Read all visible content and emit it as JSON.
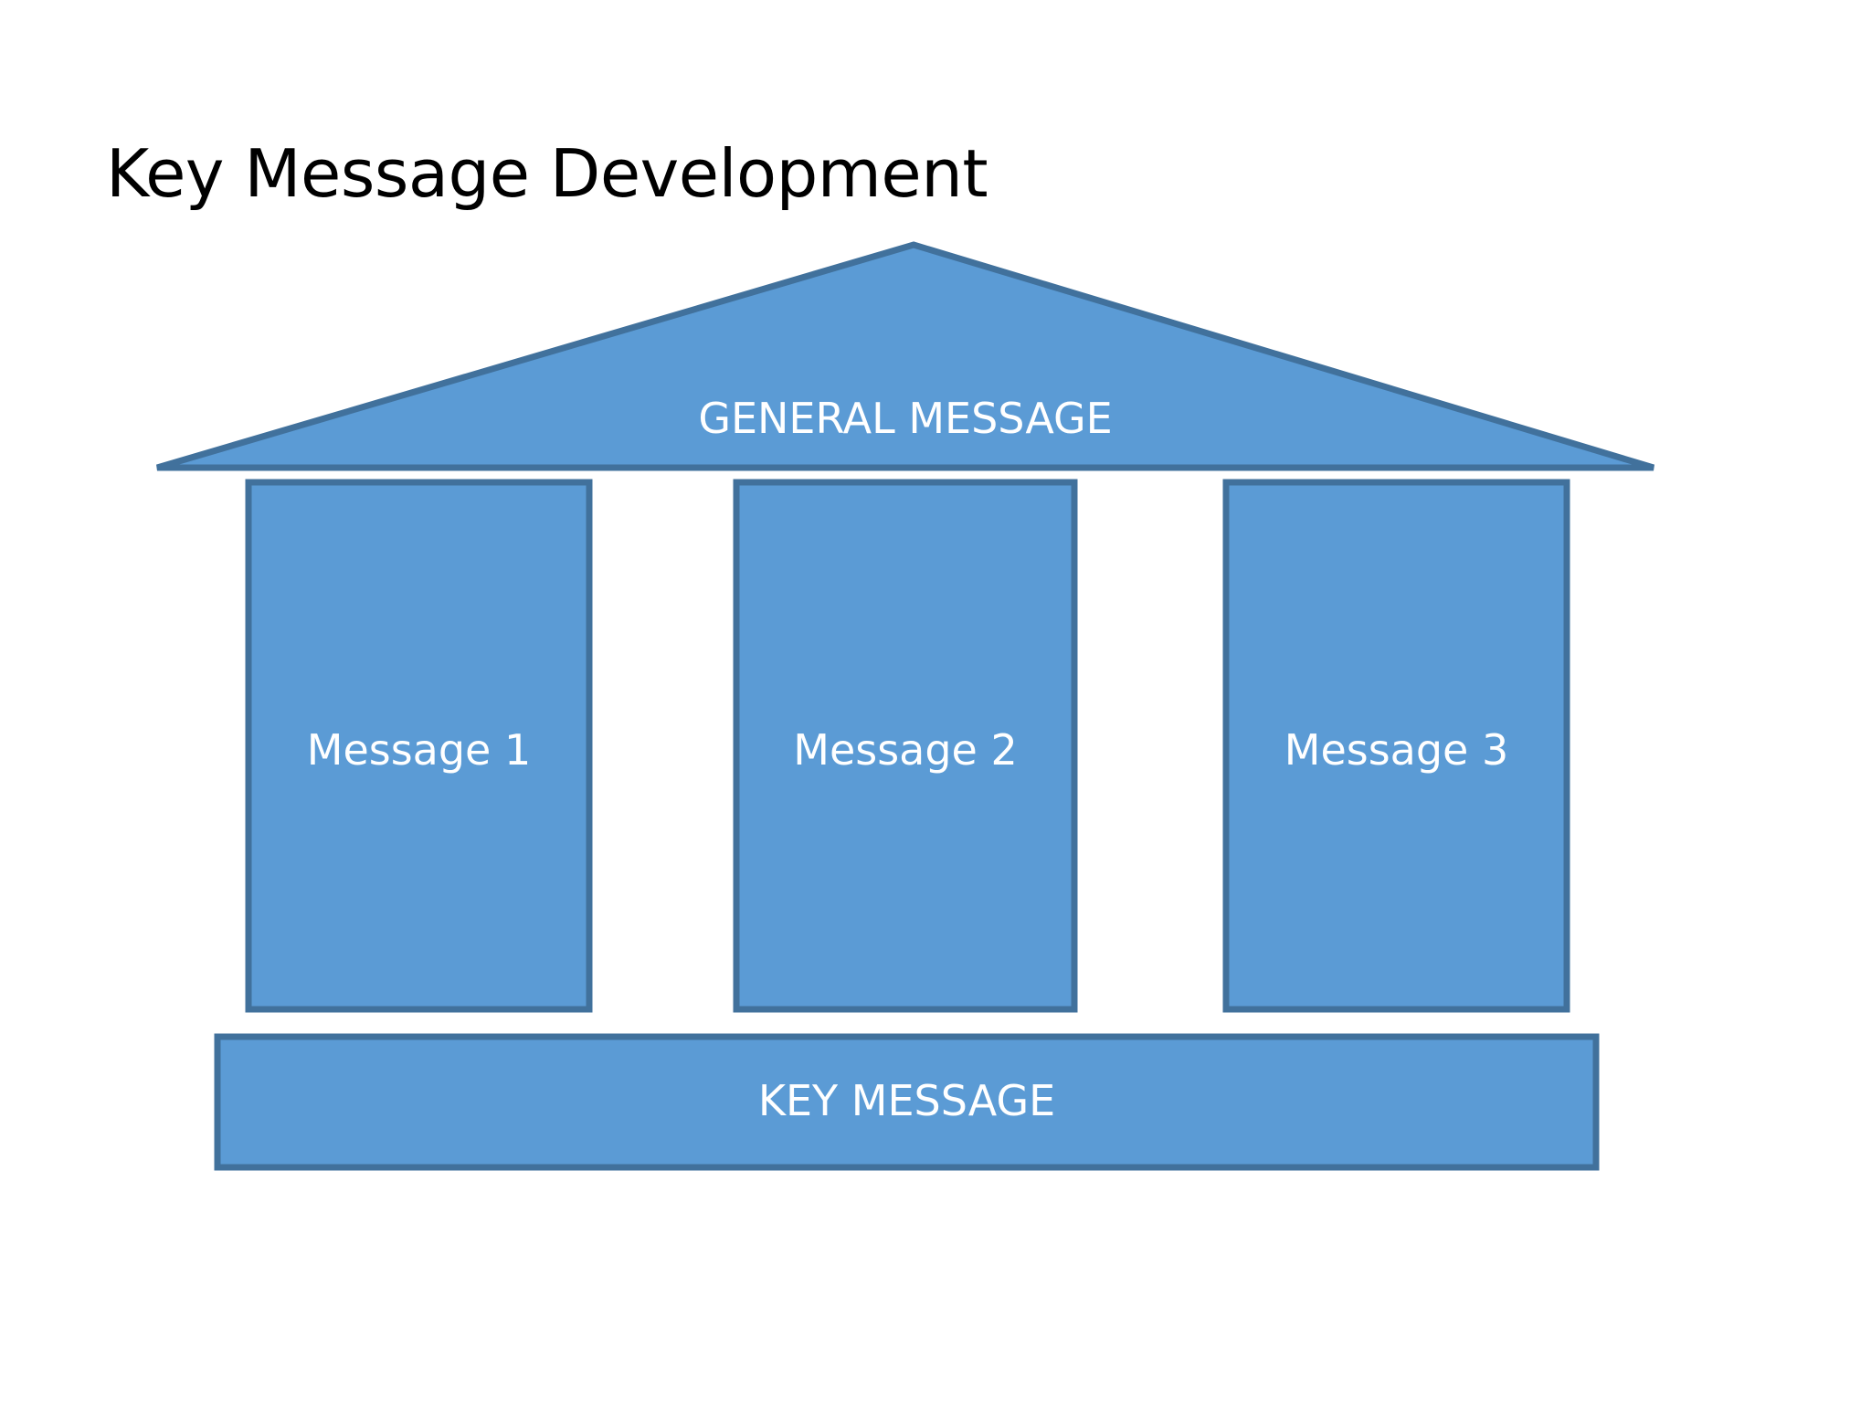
{
  "slide": {
    "title": "Key Message Development",
    "background_color": "#FFFFFF"
  },
  "theme": {
    "shape_fill": "#5B9BD5",
    "shape_stroke": "#41719C",
    "shape_text_color": "#FFFFFF",
    "title_text_color": "#000000"
  },
  "diagram": {
    "type": "temple",
    "roof": {
      "label": "GENERAL MESSAGE",
      "shape": "triangle-pediment"
    },
    "pillars": [
      {
        "label": "Message 1"
      },
      {
        "label": "Message 2"
      },
      {
        "label": "Message 3"
      }
    ],
    "base": {
      "label": "KEY MESSAGE",
      "shape": "rectangle-foundation"
    }
  }
}
